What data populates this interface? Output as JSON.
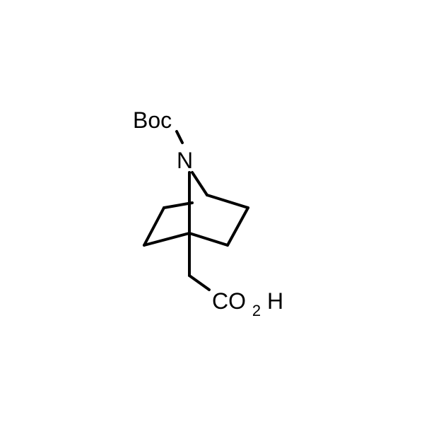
{
  "molecule": {
    "labels": {
      "protecting_group": "Boc",
      "nitrogen": "N",
      "acid": {
        "prefix": "CO",
        "subscript": "2",
        "suffix": "H"
      }
    }
  }
}
